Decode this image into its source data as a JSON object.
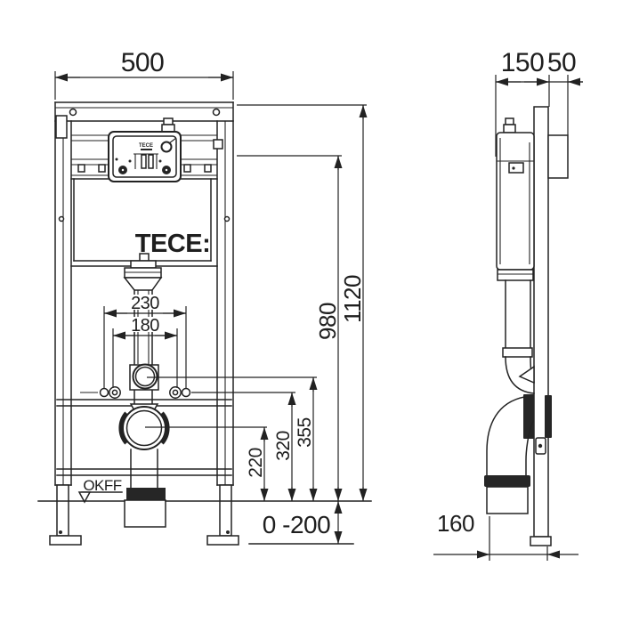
{
  "colors": {
    "line": "#222222",
    "dark_fill": "#262626",
    "background": "#ffffff"
  },
  "front_view": {
    "cistern_logo": "TECE:",
    "actuator_logo": "TECE",
    "floor_label": "OKFF",
    "dims": {
      "frame_width": "500",
      "pipe_span_outer": "230",
      "pipe_span_inner": "180",
      "drain_center_height": "220",
      "fixing_bolt_height": "320",
      "flush_bend_height": "355",
      "actuator_height": "980",
      "frame_height": "1120",
      "foot_adjustment": "0 -200"
    }
  },
  "side_view": {
    "dims": {
      "frame_depth": "150",
      "wall_clearance": "50",
      "drain_outlet_offset": "160"
    }
  }
}
